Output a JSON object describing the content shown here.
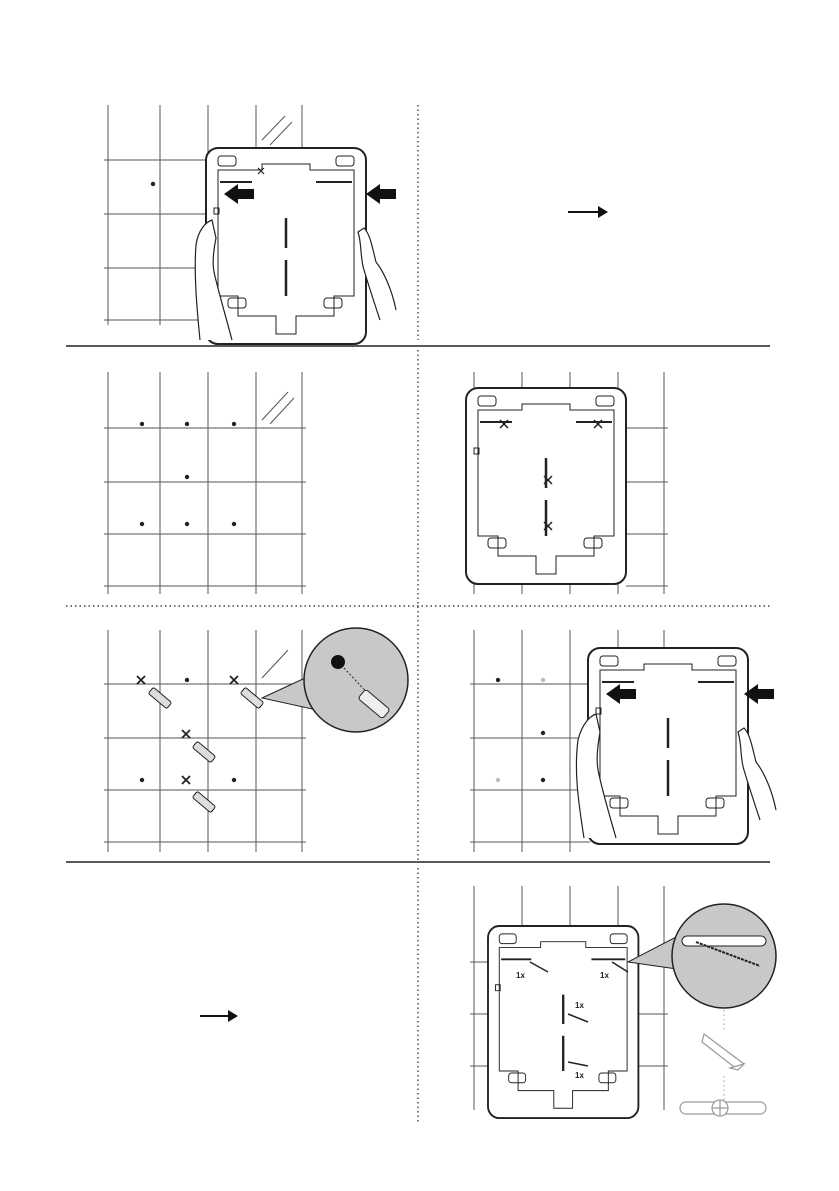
{
  "step_labels": {
    "screw_top_left": "1x",
    "screw_top_right": "1x",
    "screw_middle_upper": "1x",
    "screw_middle_lower": "1x"
  },
  "colors": {
    "line": "#222222",
    "grid": "#555555",
    "magnifier_fill": "#c8c8c8",
    "faint_dot": "#bbbbbb"
  },
  "icons": [
    "arrow-right-icon",
    "push-arrow-icon",
    "hands-icon",
    "tile-grid-icon",
    "drill-mark-icon",
    "wall-plug-icon",
    "screw-icon",
    "magnifier-icon",
    "pencil-icon",
    "spirit-level-icon"
  ]
}
